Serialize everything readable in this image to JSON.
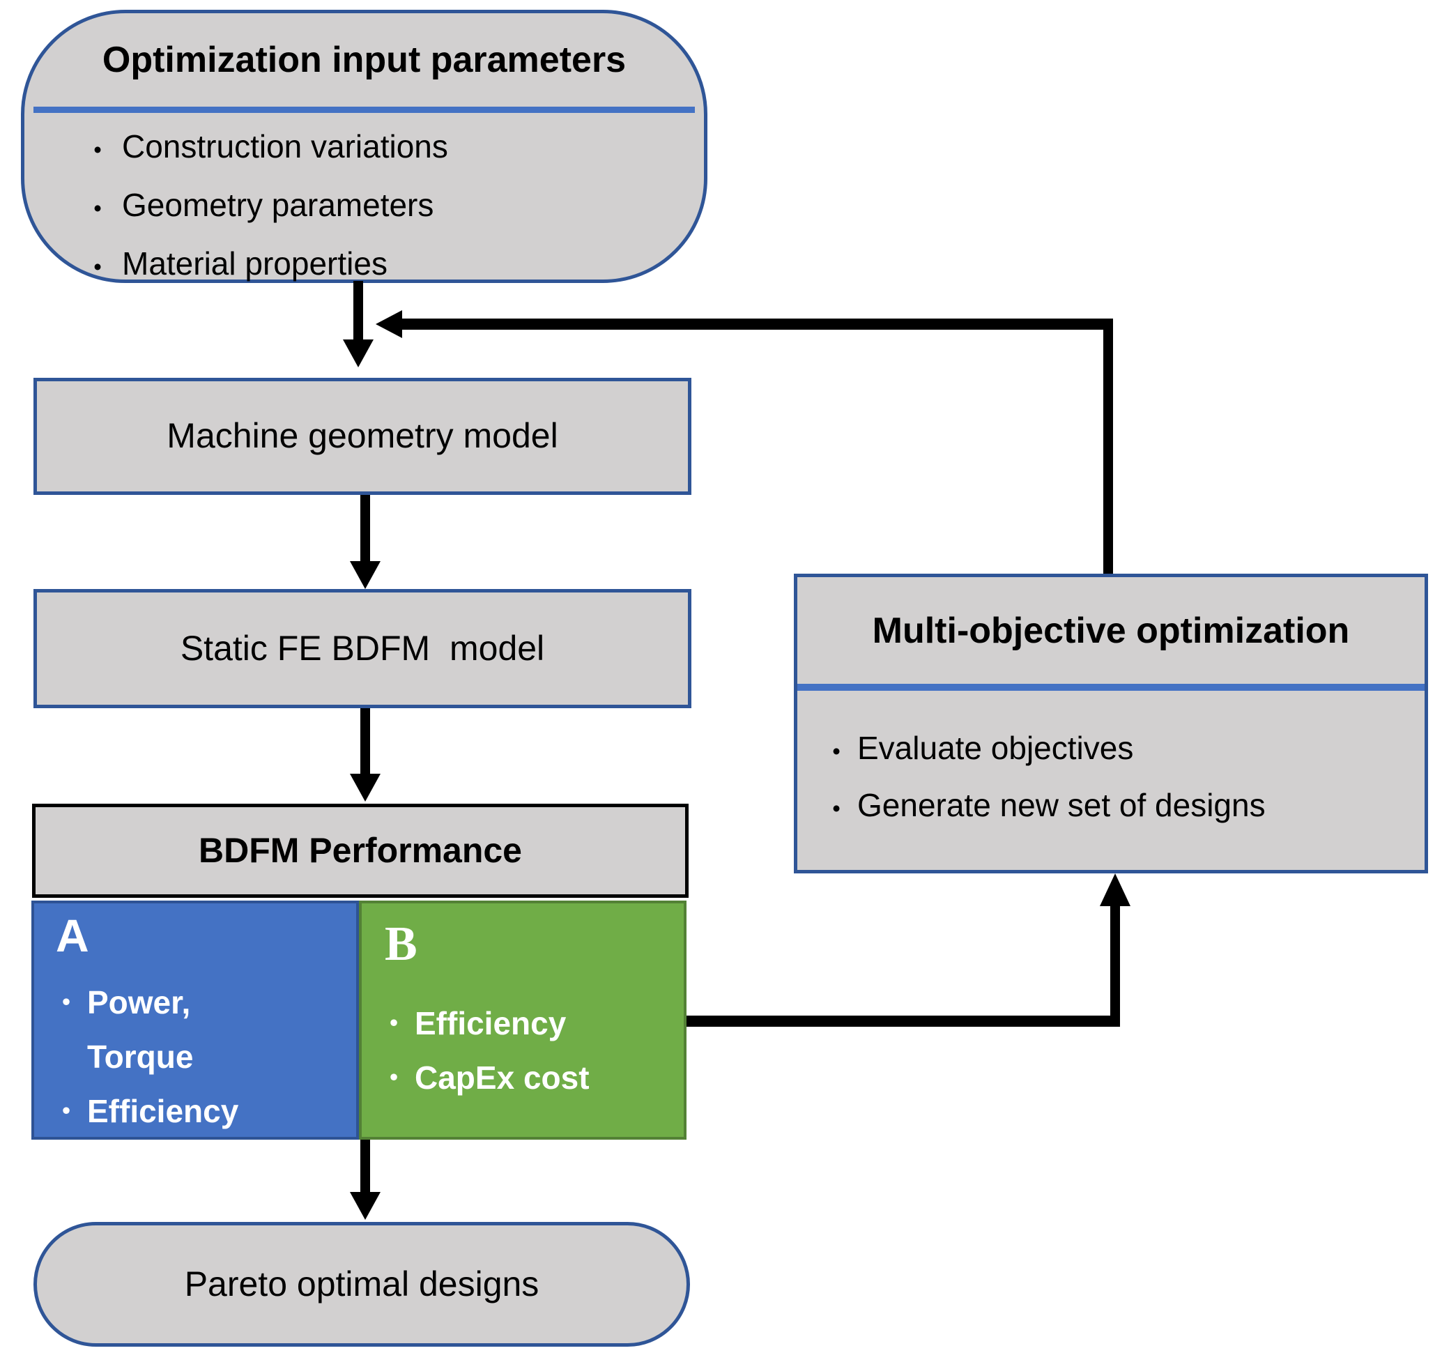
{
  "glyphs": {
    "bullet": "•"
  },
  "colors": {
    "node_fill": "#d2d0d0",
    "node_border": "#2f5597",
    "accent_divider": "#4472c4",
    "branch_a_fill": "#4472c4",
    "branch_a_border": "#2e5395",
    "branch_b_fill": "#70ad47",
    "branch_b_border": "#538135",
    "performance_border": "#000000",
    "arrow": "#000000",
    "text": "#000000",
    "branch_text": "#ffffff"
  },
  "nodes": {
    "input": {
      "title": "Optimization input parameters",
      "bullets": [
        "Construction variations",
        "Geometry parameters",
        "Material properties"
      ]
    },
    "geometry_model": {
      "label": "Machine geometry model"
    },
    "static_model": {
      "label": "Static FE BDFM  model"
    },
    "performance": {
      "label": "BDFM Performance"
    },
    "branch_a": {
      "tag": "A",
      "bullets": [
        "Power,\nTorque",
        "Efficiency"
      ]
    },
    "branch_b": {
      "tag": "B",
      "bullets": [
        "Efficiency",
        "CapEx cost"
      ]
    },
    "pareto": {
      "label": "Pareto optimal designs"
    },
    "moo": {
      "title": "Multi-objective optimization",
      "bullets": [
        "Evaluate objectives",
        "Generate new set of designs"
      ]
    }
  }
}
